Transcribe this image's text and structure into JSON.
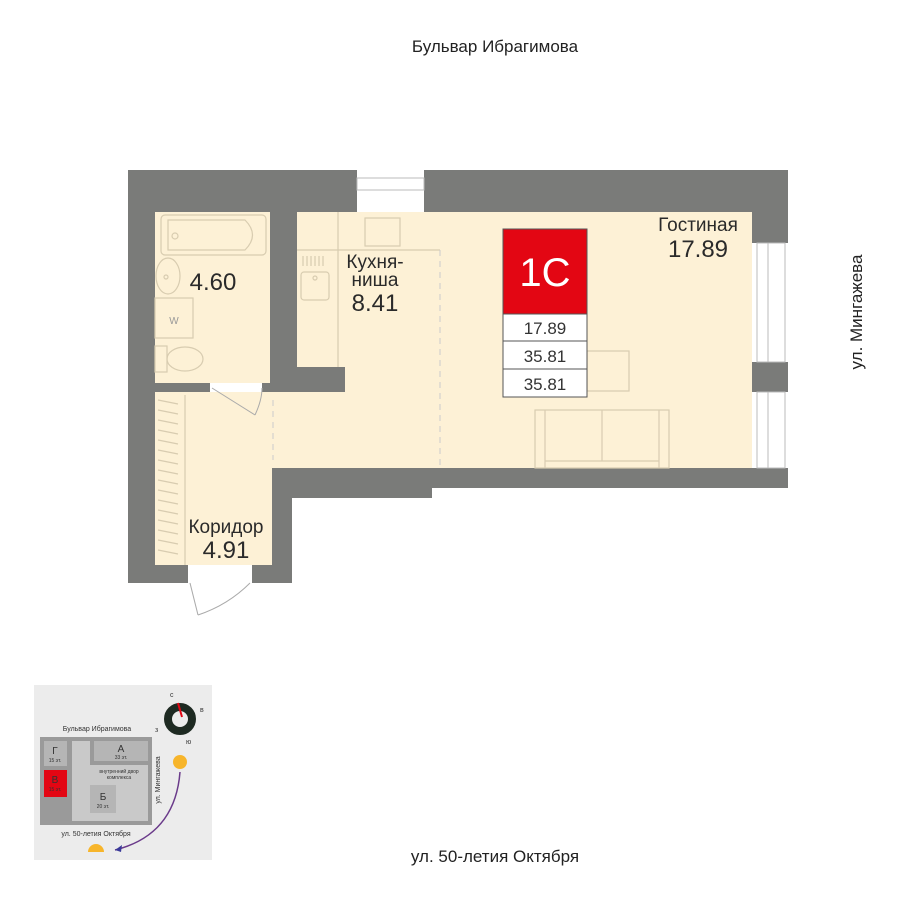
{
  "streets": {
    "north": "Бульвар Ибрагимова",
    "south": "ул. 50-летия Октября",
    "east": "ул. Мингажева"
  },
  "rooms": [
    {
      "name": "",
      "area": "4.60"
    },
    {
      "name_line1": "Кухня-",
      "name_line2": "ниша",
      "area": "8.41"
    },
    {
      "name": "Гостиная",
      "area": "17.89"
    },
    {
      "name": "Коридор",
      "area": "4.91"
    }
  ],
  "badge": {
    "type": "1С",
    "living_area": "17.89",
    "total_area": "35.81",
    "total_area_2": "35.81",
    "color": "#e30613"
  },
  "washer_label": "W",
  "minimap": {
    "street_north": "Бульвар Ибрагимова",
    "street_south": "ул. 50-летия Октября",
    "street_east": "ул. Мингажева",
    "compass": {
      "n": "с",
      "e": "в",
      "s": "ю",
      "w": "з"
    },
    "courtyard_line1": "внутренний двор",
    "courtyard_line2": "комплекса",
    "buildings": [
      {
        "letter": "Г",
        "floors": "15 эт."
      },
      {
        "letter": "А",
        "floors": "33 эт."
      },
      {
        "letter": "В",
        "floors": "15 эт.",
        "highlighted": true
      },
      {
        "letter": "Б",
        "floors": "20 эт."
      }
    ]
  }
}
